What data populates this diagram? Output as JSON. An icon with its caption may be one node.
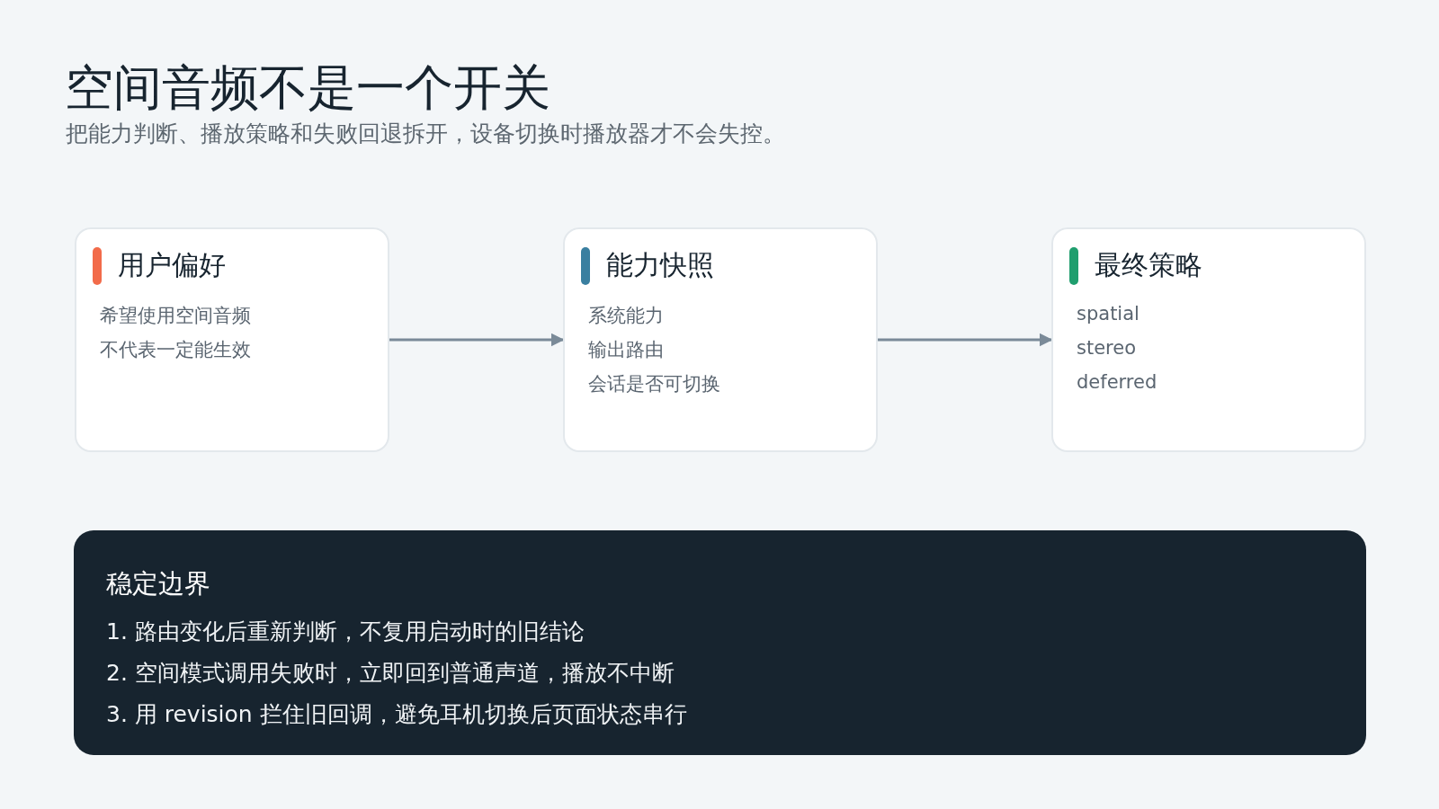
{
  "diagram": {
    "title": "空间音频不是一个开关",
    "caption": "把能力判断、播放策略和失败回退拆开，设备切换时播放器才不会失控。",
    "nodes": [
      {
        "text": [
          "用户偏好",
          "希望使用空间音频",
          "不代表一定能生效"
        ]
      },
      {
        "text": [
          "能力快照",
          "系统能力",
          "输出路由",
          "会话是否可切换"
        ]
      },
      {
        "text": [
          "最终策略",
          "spatial",
          "stereo",
          "deferred"
        ]
      },
      {
        "text": [
          "稳定边界",
          "1. 路由变化后重新判断，不复用启动时的旧结论",
          "2. 空间模式调用失败时，立即回到普通声道，播放不中断",
          "3. 用 revision 拦住旧回调，避免耳机切换后页面状态串行"
        ]
      }
    ],
    "edges": [
      {
        "from": 0,
        "to": 1,
        "arrow": "to"
      },
      {
        "from": 1,
        "to": 2,
        "arrow": "to"
      }
    ]
  }
}
